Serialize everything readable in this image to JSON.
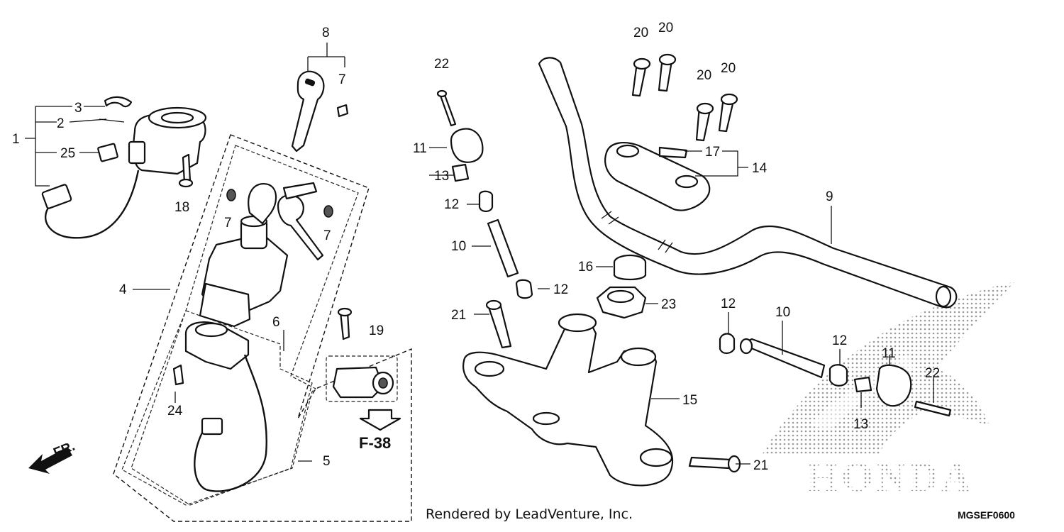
{
  "callouts": [
    {
      "id": "c1",
      "text": "1"
    },
    {
      "id": "c2",
      "text": "2"
    },
    {
      "id": "c3",
      "text": "3"
    },
    {
      "id": "c25",
      "text": "25"
    },
    {
      "id": "c18",
      "text": "18"
    },
    {
      "id": "c8",
      "text": "8"
    },
    {
      "id": "c7a",
      "text": "7"
    },
    {
      "id": "c7b",
      "text": "7"
    },
    {
      "id": "c7c",
      "text": "7"
    },
    {
      "id": "c4",
      "text": "4"
    },
    {
      "id": "c6",
      "text": "6"
    },
    {
      "id": "c19",
      "text": "19"
    },
    {
      "id": "c24",
      "text": "24"
    },
    {
      "id": "c5",
      "text": "5"
    },
    {
      "id": "c22a",
      "text": "22"
    },
    {
      "id": "c11a",
      "text": "11"
    },
    {
      "id": "c13a",
      "text": "13"
    },
    {
      "id": "c12a",
      "text": "12"
    },
    {
      "id": "c10a",
      "text": "10"
    },
    {
      "id": "c12b",
      "text": "12"
    },
    {
      "id": "c21a",
      "text": "21"
    },
    {
      "id": "c16",
      "text": "16"
    },
    {
      "id": "c23",
      "text": "23"
    },
    {
      "id": "c15",
      "text": "15"
    },
    {
      "id": "c21b",
      "text": "21"
    },
    {
      "id": "c20a",
      "text": "20"
    },
    {
      "id": "c20b",
      "text": "20"
    },
    {
      "id": "c20c",
      "text": "20"
    },
    {
      "id": "c20d",
      "text": "20"
    },
    {
      "id": "c17",
      "text": "17"
    },
    {
      "id": "c14",
      "text": "14"
    },
    {
      "id": "c9",
      "text": "9"
    },
    {
      "id": "c12c",
      "text": "12"
    },
    {
      "id": "c10b",
      "text": "10"
    },
    {
      "id": "c12d",
      "text": "12"
    },
    {
      "id": "c11b",
      "text": "11"
    },
    {
      "id": "c22b",
      "text": "22"
    },
    {
      "id": "c13b",
      "text": "13"
    }
  ],
  "reference": "F-38",
  "front_marker": "FR.",
  "credit": "Rendered by LeadVenture, Inc.",
  "diagram_code": "MGSEF0600",
  "brand_watermark": "HONDA"
}
